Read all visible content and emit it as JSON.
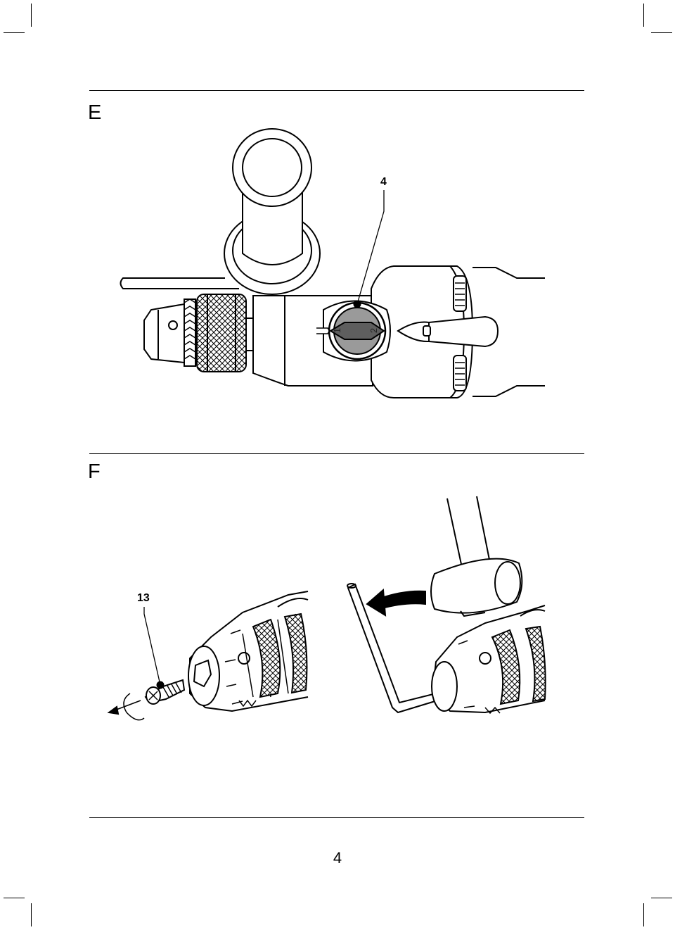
{
  "figure_e": {
    "letter": "E",
    "callout_switch": "4",
    "selector_marks": [
      "1",
      "2"
    ]
  },
  "figure_f": {
    "letter": "F",
    "callout_screw": "13"
  },
  "footer": {
    "page_number": "4"
  }
}
